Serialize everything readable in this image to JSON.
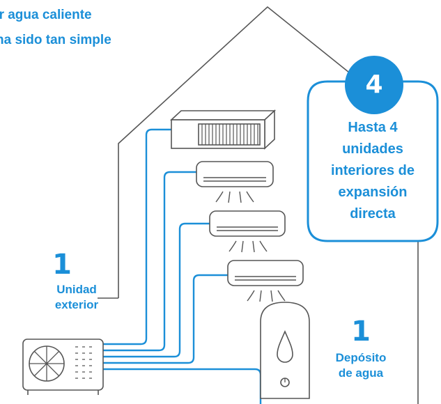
{
  "headline": {
    "line1": "er agua caliente",
    "line2": "ha sido tan simple"
  },
  "badge": {
    "number": "4"
  },
  "indoor_units": {
    "lines": [
      "Hasta 4",
      "unidades",
      "interiores de",
      "expansión",
      "directa"
    ]
  },
  "outdoor_unit": {
    "count": "1",
    "label_line1": "Unidad",
    "label_line2": "exterior"
  },
  "water_tank": {
    "count": "1",
    "label_line1": "Depósito",
    "label_line2": "de agua"
  },
  "colors": {
    "accent": "#1b8fd8",
    "line": "#555555",
    "pipe": "#1b8fd8"
  }
}
